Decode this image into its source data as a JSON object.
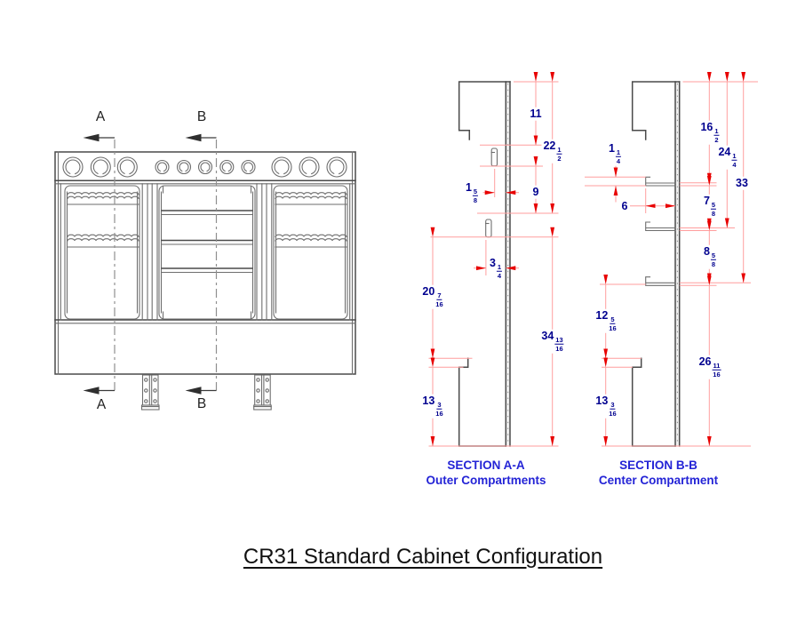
{
  "title": {
    "text": "CR31 Standard Cabinet Configuration"
  },
  "front_view": {
    "section_marker_a": "A",
    "section_marker_b": "B"
  },
  "sections": {
    "aa": {
      "caption_line1": "SECTION A-A",
      "caption_line2": "Outer Compartments",
      "dims": {
        "height_top": {
          "w": "11"
        },
        "upper_total": {
          "w": "22",
          "n": "1",
          "d": "2"
        },
        "height_mid": {
          "w": "9"
        },
        "slot_offset_upper": {
          "w": "1",
          "n": "5",
          "d": "8"
        },
        "slot_offset_lower": {
          "w": "3",
          "n": "1",
          "d": "4"
        },
        "lower_opening": {
          "w": "20",
          "n": "7",
          "d": "16"
        },
        "lower_total": {
          "w": "34",
          "n": "13",
          "d": "16"
        },
        "base_height": {
          "w": "13",
          "n": "3",
          "d": "16"
        }
      }
    },
    "bb": {
      "caption_line1": "SECTION B-B",
      "caption_line2": "Center Compartment",
      "dims": {
        "top_to_shelf1": {
          "w": "16",
          "n": "1",
          "d": "2"
        },
        "top_to_shelf2": {
          "w": "24",
          "n": "1",
          "d": "4"
        },
        "top_to_shelf3": {
          "w": "33"
        },
        "shelf_lip": {
          "w": "1",
          "n": "1",
          "d": "4"
        },
        "shelf_depth": {
          "w": "6"
        },
        "shelf1_to_2": {
          "w": "7",
          "n": "5",
          "d": "8"
        },
        "shelf2_to_3": {
          "w": "8",
          "n": "5",
          "d": "8"
        },
        "shelf3_to_ledge": {
          "w": "12",
          "n": "5",
          "d": "16"
        },
        "shelf3_to_base": {
          "w": "26",
          "n": "11",
          "d": "16"
        },
        "base_height": {
          "w": "13",
          "n": "3",
          "d": "16"
        }
      }
    }
  },
  "colors": {
    "drawing_line": "#4a4a4a",
    "drawing_line_light": "#6e6e6e",
    "dimension_line": "#ff9e9e",
    "dimension_arrow": "#e80000",
    "dimension_text": "#00008f",
    "caption_text": "#2424d6",
    "title_text": "#111111"
  }
}
